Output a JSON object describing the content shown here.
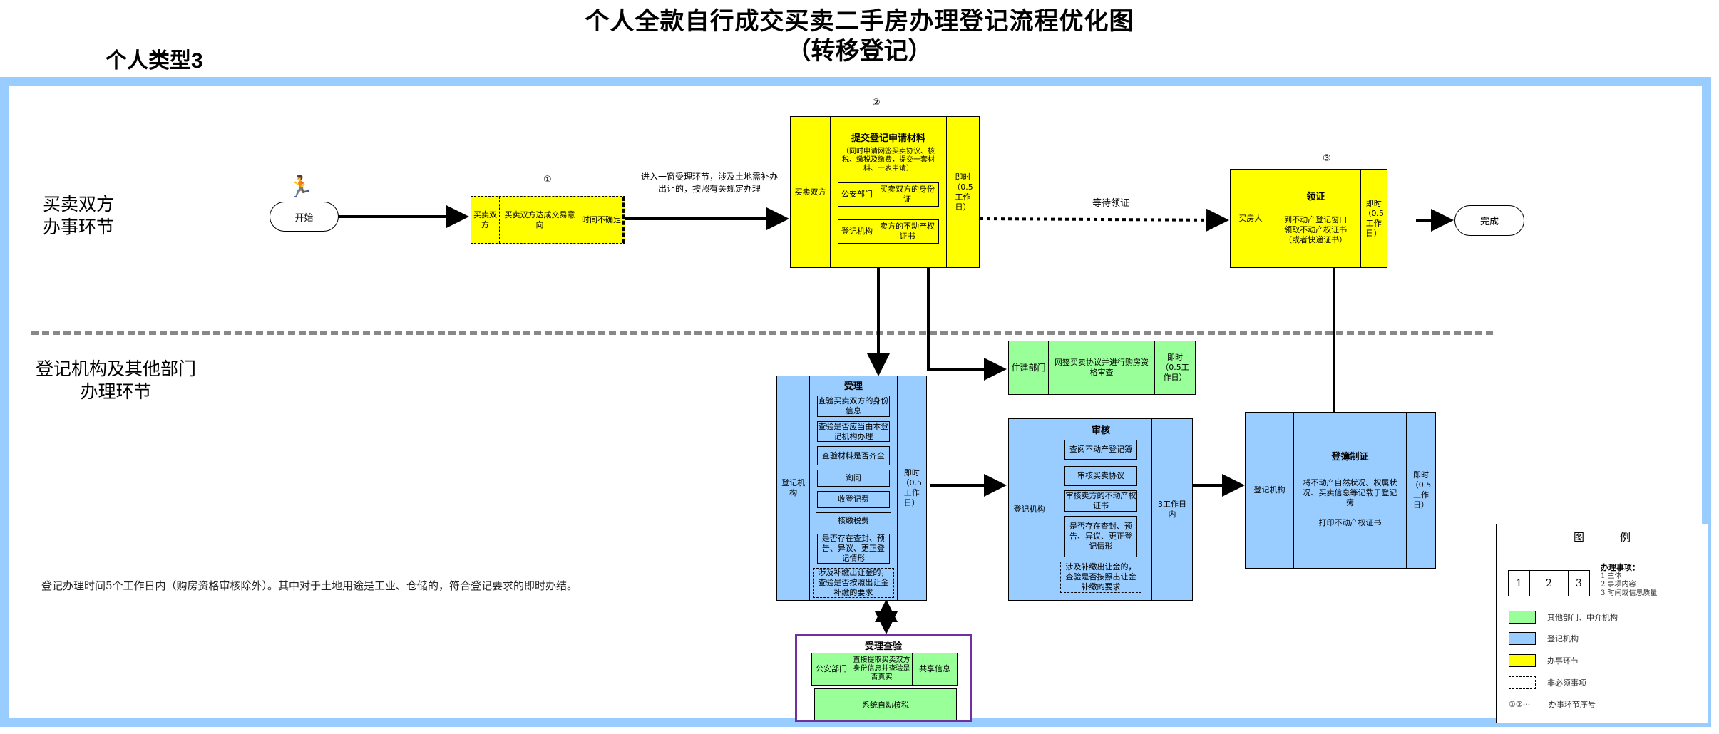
{
  "title": {
    "line1": "个人全款自行成交买卖二手房办理登记流程优化图",
    "line2": "（转移登记）"
  },
  "subtype": "个人类型3",
  "lanes": {
    "top": [
      "买卖双方",
      "办事环节"
    ],
    "bottom": [
      "登记机构及其他部门",
      "办理环节"
    ]
  },
  "terminals": {
    "start": "开始",
    "end": "完成"
  },
  "sequence_markers": {
    "step1": "①",
    "step2": "②",
    "step3": "③"
  },
  "step1": {
    "actor": "买卖双方",
    "content": "买卖双方达成交易意向",
    "time": "时间不确定",
    "optional": true
  },
  "arrow_note_1": "进入一窗受理环节，涉及土地需补办出让的，按照有关规定办理",
  "step2": {
    "actor": "买卖双方",
    "heading": "提交登记申请材料",
    "desc": "（同时申请网签买卖协议、核税、缴税及缴费，提交一套材料、一表申请）",
    "rows": [
      {
        "dept": "公安部门",
        "item": "买卖双方的身份证"
      },
      {
        "dept": "登记机构",
        "item": "卖方的不动产权证书"
      }
    ],
    "time": "即时（0.5工作日）"
  },
  "wait_label": "等待领证",
  "step3": {
    "actor": "买房人",
    "heading": "领证",
    "desc": "到不动产登记窗口领取不动产权证书（或者快递证书）",
    "time": "即时（0.5工作日）"
  },
  "housing": {
    "actor": "住建部门",
    "content": "网签买卖协议并进行购房资格审查",
    "time": "即时（0.5工作日）"
  },
  "accept": {
    "actor": "登记机构",
    "heading": "受理",
    "items": [
      "查验买卖双方的身份信息",
      "查验是否应当由本登记机构办理",
      "查验材料是否齐全",
      "询问",
      "收登记费",
      "核缴税费",
      "是否存在查封、预告、异议、更正登记情形"
    ],
    "optional_item": "涉及补缴出让金的，查验是否按照出让金补缴的要求",
    "time": "即时（0.5工作日）"
  },
  "review": {
    "actor": "登记机构",
    "heading": "审核",
    "items": [
      "查阅不动产登记簿",
      "审核买卖协议",
      "审核卖方的不动产权证书",
      "是否存在查封、预告、异议、更正登记情形"
    ],
    "optional_item": "涉及补缴出让金的，查验是否按照出让金补缴的要求",
    "time": "3工作日内"
  },
  "register": {
    "actor": "登记机构",
    "heading": "登簿制证",
    "desc1": "将不动产自然状况、权属状况、买卖信息等记载于登记簿",
    "desc2": "打印不动产权证书",
    "time": "即时（0.5工作日）"
  },
  "verify": {
    "heading": "受理查验",
    "dept": "公安部门",
    "content": "直接提取买卖双方身份信息并查验是否真实",
    "info": "共享信息",
    "auto": "系统自动核税"
  },
  "footnote": "登记办理时间5个工作日内（购房资格审核除外）。其中对于土地用途是工业、仓储的，符合登记要求的即时办结。",
  "legend": {
    "title": "图例",
    "sample_cells": [
      "1",
      "2",
      "3"
    ],
    "item_heading": "办理事项：",
    "item_lines": [
      "1 主体",
      "2 事项内容",
      "3 时间或信息质量"
    ],
    "entries": [
      {
        "label": "其他部门、中介机构",
        "color": "#99ff99"
      },
      {
        "label": "登记机构",
        "color": "#99ccff"
      },
      {
        "label": "办事环节",
        "color": "#ffff00"
      },
      {
        "label": "非必须事项",
        "color": "dashed"
      }
    ],
    "sequence_symbols": "①②···",
    "sequence_label": "办事环节序号"
  },
  "colors": {
    "frame": "#99ccff",
    "step": "#ffff00",
    "registry": "#99ccff",
    "other_dept": "#99ff99",
    "verify_border": "#7030a0"
  }
}
